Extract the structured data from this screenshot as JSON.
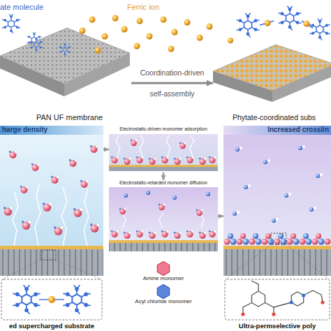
{
  "diagram": {
    "nodes": [
      {
        "text": [
          "PAN UF membrane"
        ]
      },
      {
        "text": [
          "Phytate-coordinated subs"
        ]
      },
      {
        "text": [
          "harge density",
          "ed supercharged substrate"
        ]
      },
      {
        "text": [
          "Electrostatic-driven monomer adsorption"
        ]
      },
      {
        "text": [
          "Electrostatic-retarded monomer diffusion"
        ]
      },
      {
        "text": [
          "Increased crosslin",
          "Ultra-permselective poly"
        ]
      }
    ],
    "edges": [
      {
        "from": 0,
        "to": 1,
        "label": "Coordination-driven self-assembly",
        "arrow": "to"
      },
      {
        "from": 2,
        "to": 3,
        "arrow": "to"
      },
      {
        "from": 3,
        "to": 4,
        "arrow": "to"
      },
      {
        "from": 4,
        "to": 5,
        "arrow": "to"
      }
    ],
    "labels": [
      "ate molecule",
      "Ferric ion"
    ],
    "legend": [
      {
        "text": "Amine monomer"
      },
      {
        "text": "Acyl chloride monomer"
      }
    ]
  }
}
